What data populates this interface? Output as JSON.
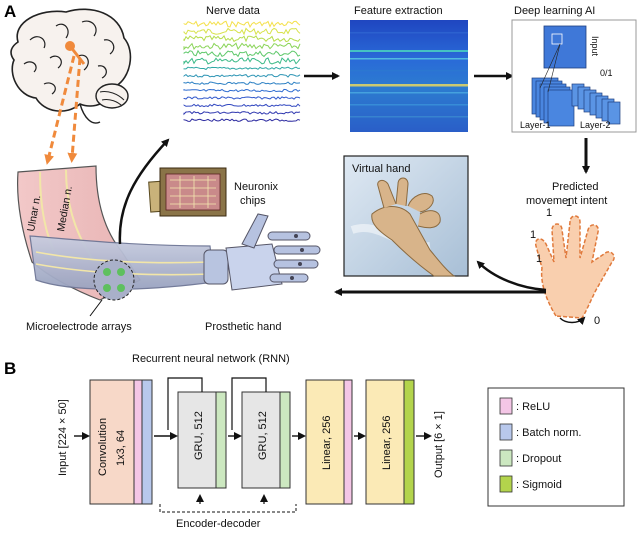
{
  "panel_a": {
    "letter": "A",
    "nerve_data_label": "Nerve data",
    "feature_extraction_label": "Feature extraction",
    "deep_learning_label": "Deep learning AI",
    "dl_input_label": "Input",
    "dl_layer1_label": "Layer-1",
    "dl_layer2_label": "Layer-2",
    "dl_output_label": "0/1",
    "ulnar_label": "Ulnar n.",
    "median_label": "Median n.",
    "chips_label_line1": "Neuronix",
    "chips_label_line2": "chips",
    "virtual_hand_label": "Virtual hand",
    "predicted_line1": "Predicted",
    "predicted_line2": "movement intent",
    "finger_values": [
      "1",
      "1",
      "1",
      "1",
      "0"
    ],
    "microelectrode_label": "Microelectrode arrays",
    "prosthetic_label": "Prosthetic hand"
  },
  "panel_b": {
    "letter": "B",
    "rnn_label": "Recurrent neural network (RNN)",
    "input_label": "Input [224 × 50]",
    "conv_label_line1": "Convolution",
    "conv_label_line2": "1x3, 64",
    "gru1_label": "GRU, 512",
    "gru2_label": "GRU, 512",
    "linear1_label": "Linear, 256",
    "linear2_label": "Linear, 256",
    "output_label": "Output [6 × 1]",
    "encoder_decoder_label": "Encoder-decoder",
    "legend": [
      {
        "label": ": ReLU",
        "color": "#f4c6e6"
      },
      {
        "label": ": Batch norm.",
        "color": "#b8c8ec"
      },
      {
        "label": ": Dropout",
        "color": "#cce8c0"
      },
      {
        "label": ": Sigmoid",
        "color": "#b3d44c"
      }
    ]
  },
  "colors": {
    "conv_block": "#f7d8c8",
    "gru_block": "#e6e6e6",
    "linear_block": "#fbeab6",
    "feature_bg": "#1a55c8",
    "hand_skin": "#f9cfae"
  }
}
